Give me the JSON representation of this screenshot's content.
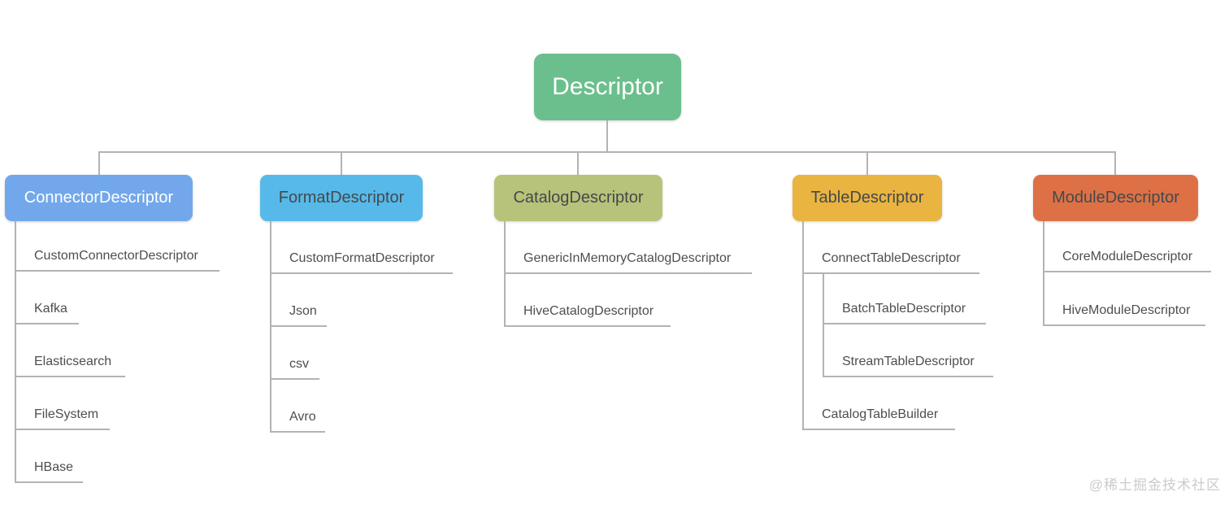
{
  "root": {
    "label": "Descriptor"
  },
  "branches": [
    {
      "label": "ConnectorDescriptor",
      "children": [
        "CustomConnectorDescriptor",
        "Kafka",
        "Elasticsearch",
        "FileSystem",
        "HBase"
      ]
    },
    {
      "label": "FormatDescriptor",
      "children": [
        "CustomFormatDescriptor",
        "Json",
        "csv",
        "Avro"
      ]
    },
    {
      "label": "CatalogDescriptor",
      "children": [
        "GenericInMemoryCatalogDescriptor",
        "HiveCatalogDescriptor"
      ]
    },
    {
      "label": "TableDescriptor",
      "children": [
        {
          "label": "ConnectTableDescriptor",
          "children": [
            "BatchTableDescriptor",
            "StreamTableDescriptor"
          ]
        },
        "CatalogTableBuilder"
      ]
    },
    {
      "label": "ModuleDescriptor",
      "children": [
        "CoreModuleDescriptor",
        "HiveModuleDescriptor"
      ]
    }
  ],
  "colors": {
    "root_bg": "#6bbf8d",
    "connector_bg": "#72a8eb",
    "format_bg": "#57b9e9",
    "catalog_bg": "#b7c37a",
    "table_bg": "#e9b440",
    "module_bg": "#dd7145",
    "light_text": "#ffffff",
    "dark_text": "#45484d",
    "line": "#b3b3b3",
    "leaf_text": "#4e4e4e"
  },
  "watermark": "@稀土掘金技术社区"
}
